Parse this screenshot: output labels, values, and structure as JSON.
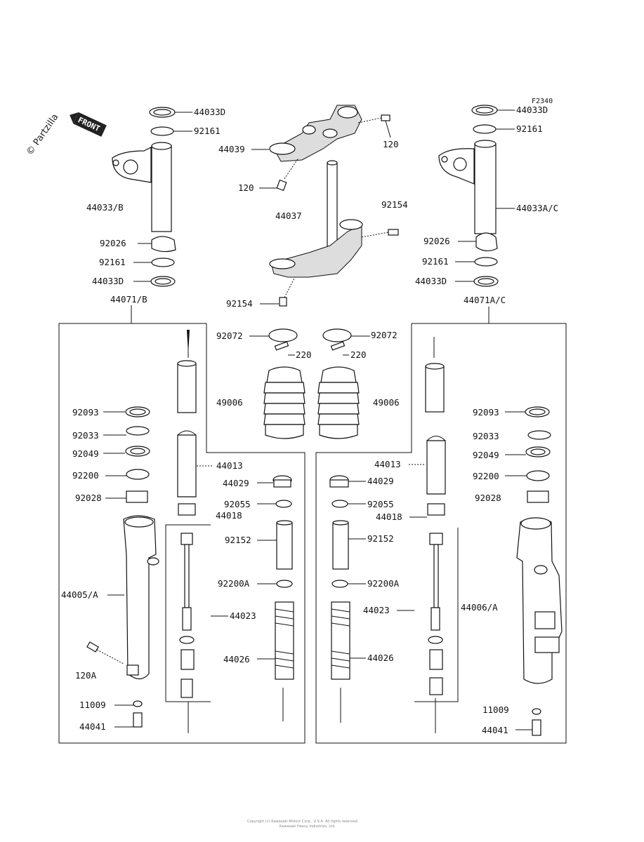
{
  "diagram": {
    "code": "F2340",
    "watermark": "© Partzilla",
    "front_badge": "FRONT",
    "footer_line1": "Copyright (c) Kawasaki Motors Corp., U.S.A. All rights reserved.",
    "footer_line2": "Kawasaki Heavy Industries, Ltd."
  },
  "labels": {
    "l_44033D": "44033D",
    "l_92161": "92161",
    "l_44033B": "44033/B",
    "l_92026": "92026",
    "l_92161b": "92161",
    "l_44033Db": "44033D",
    "l_44071B": "44071/B",
    "l_44039": "44039",
    "l_120a": "120",
    "l_120b": "120",
    "l_44037": "44037",
    "l_92154a": "92154",
    "l_92154b": "92154",
    "r_44033D": "44033D",
    "r_92161": "92161",
    "r_44033AC": "44033A/C",
    "r_92026": "92026",
    "r_92161b": "92161",
    "r_44033Db": "44033D",
    "r_44071AC": "44071A/C",
    "c_92072a": "92072",
    "c_220a": "220",
    "c_92072b": "92072",
    "c_220b": "220",
    "c_49006a": "49006",
    "c_49006b": "49006",
    "l_92093": "92093",
    "l_92033": "92033",
    "l_92049": "92049",
    "l_92200": "92200",
    "l_92028": "92028",
    "l_44013": "44013",
    "l_44029": "44029",
    "l_92055": "92055",
    "l_44018": "44018",
    "l_92152": "92152",
    "l_92200A": "92200A",
    "l_44023": "44023",
    "l_44026": "44026",
    "l_44005A": "44005/A",
    "l_120A": "120A",
    "l_11009": "11009",
    "l_44041": "44041",
    "r_44013": "44013",
    "r_44029": "44029",
    "r_92055": "92055",
    "r_44018": "44018",
    "r_92152": "92152",
    "r_92200A": "92200A",
    "r_44023": "44023",
    "r_44026": "44026",
    "r_92093": "92093",
    "r_92033": "92033",
    "r_92049": "92049",
    "r_92200": "92200",
    "r_92028": "92028",
    "r_44006A": "44006/A",
    "r_11009": "11009",
    "r_44041": "44041"
  }
}
